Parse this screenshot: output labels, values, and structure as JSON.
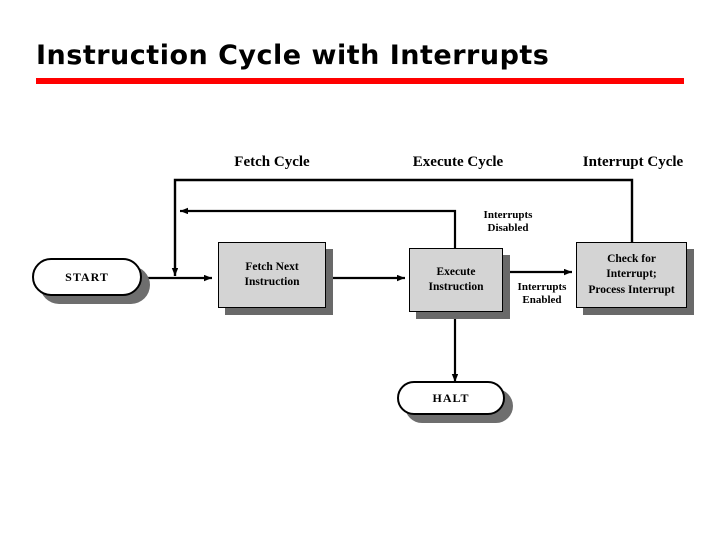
{
  "slide": {
    "title": "Instruction Cycle with Interrupts",
    "accent_color": "#ff0000",
    "background_color": "#ffffff"
  },
  "diagram": {
    "type": "flowchart",
    "cycle_headers": [
      {
        "label": "Fetch Cycle"
      },
      {
        "label": "Execute Cycle"
      },
      {
        "label": "Interrupt Cycle"
      }
    ],
    "terminators": [
      {
        "name": "start",
        "label": "START"
      },
      {
        "name": "halt",
        "label": "HALT"
      }
    ],
    "boxes": [
      {
        "name": "fetch",
        "line1": "Fetch Next",
        "line2": "Instruction",
        "line3": ""
      },
      {
        "name": "execute",
        "line1": "Execute",
        "line2": "Instruction",
        "line3": ""
      },
      {
        "name": "interrupt",
        "line1": "Check for",
        "line2": "Interrupt;",
        "line3": "Process Interrupt"
      }
    ],
    "edge_notes": [
      {
        "name": "interrupts-disabled",
        "line1": "Interrupts",
        "line2": "Disabled"
      },
      {
        "name": "interrupts-enabled",
        "line1": "Interrupts",
        "line2": "Enabled"
      }
    ],
    "box_fill_color": "#d4d4d4",
    "shadow_color": "#696969",
    "line_color": "#000000"
  }
}
